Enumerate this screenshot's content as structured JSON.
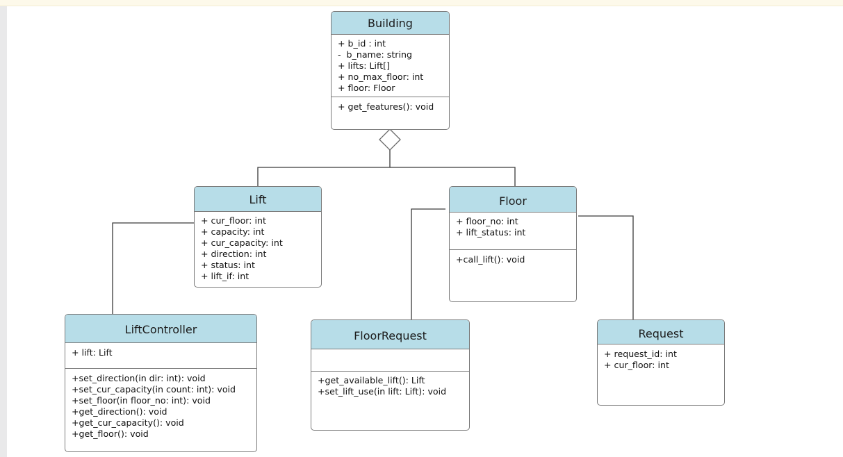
{
  "classes": {
    "building": {
      "name": "Building",
      "attributes": [
        "+ b_id : int",
        "-  b_name: string",
        "+ lifts: Lift[]",
        "+ no_max_floor: int",
        "+ floor: Floor"
      ],
      "methods": [
        "+ get_features(): void"
      ]
    },
    "lift": {
      "name": "Lift",
      "attributes": [
        "+ cur_floor: int",
        "+ capacity: int",
        "+ cur_capacity: int",
        "+ direction: int",
        "+ status: int",
        "+ lift_if: int"
      ],
      "methods": []
    },
    "floor": {
      "name": "Floor",
      "attributes": [
        "+ floor_no: int",
        "+ lift_status: int"
      ],
      "methods": [
        "+call_lift(): void"
      ]
    },
    "liftcontroller": {
      "name": "LiftController",
      "attributes": [
        "+ lift: Lift"
      ],
      "methods": [
        "+set_direction(in dir: int): void",
        "+set_cur_capacity(in count: int): void",
        "+set_floor(in floor_no: int): void",
        "+get_direction(): void",
        "+get_cur_capacity(): void",
        "+get_floor(): void"
      ]
    },
    "floorrequest": {
      "name": "FloorRequest",
      "attributes": [],
      "methods": [
        "+get_available_lift(): Lift",
        "+set_lift_use(in lift: Lift): void"
      ]
    },
    "request": {
      "name": "Request",
      "attributes": [
        "+ request_id: int",
        "+ cur_floor: int"
      ],
      "methods": []
    }
  },
  "colors": {
    "header": "#b7dde8",
    "border": "#7a7a7a",
    "line": "#3a3a3a"
  }
}
